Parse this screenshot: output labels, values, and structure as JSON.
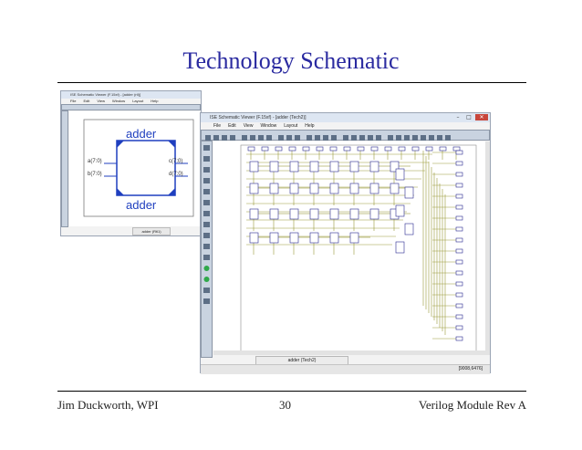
{
  "slide": {
    "title": "Technology Schematic",
    "footer_left": "Jim Duckworth, WPI",
    "footer_page": "30",
    "footer_right": "Verilog Module Rev A"
  },
  "small_window": {
    "title": "ISE Schematic Viewer (F.15xf) - [adder (rtl)]",
    "menu": [
      "File",
      "Edit",
      "View",
      "Window",
      "Layout",
      "Help"
    ],
    "symbol_name_top": "adder",
    "symbol_name_bottom": "adder",
    "port_a": "a(7:0)",
    "port_b": "b(7:0)",
    "port_c": "c(7:0)",
    "port_d": "d(7:0)",
    "tab_label": "adder (Rtl1)"
  },
  "large_window": {
    "title": "ISE Schematic Viewer (F.15xf) - [adder (Tech2)]",
    "menu": [
      "File",
      "Edit",
      "View",
      "Window",
      "Layout",
      "Help"
    ],
    "tab_label": "adder (Tech2)",
    "status_coords": "[9008,6476]",
    "controls": {
      "min": "–",
      "max": "□",
      "close": "✕"
    }
  },
  "colors": {
    "title": "#2a2aa0",
    "symbol_text": "#1f3fbf",
    "wire": "#8a8a2a",
    "net": "#2a2a8f"
  }
}
